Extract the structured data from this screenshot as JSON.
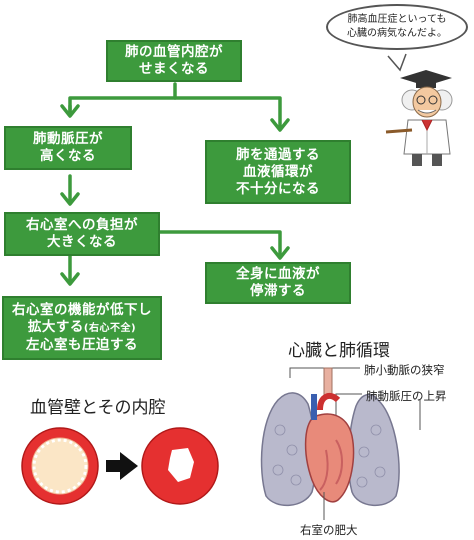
{
  "flow": {
    "top": {
      "lines": [
        "肺の血管内腔が",
        "せまくなる"
      ]
    },
    "left1": {
      "lines": [
        "肺動脈圧が",
        "高くなる"
      ]
    },
    "right1": {
      "lines": [
        "肺を通過する",
        "血液循環が",
        "不十分になる"
      ]
    },
    "left2": {
      "lines": [
        "右心室への負担が",
        "大きくなる"
      ]
    },
    "right2": {
      "lines": [
        "全身に血液が",
        "停滞する"
      ]
    },
    "left3": {
      "lines": [
        "右心室の機能が低下し",
        "拡大する",
        "(右心不全)",
        "左心室も圧迫する"
      ]
    }
  },
  "bubble": {
    "lines": [
      "肺高血圧症といっても",
      "心臓の病気なんだよ。"
    ]
  },
  "heart": {
    "title": "心臓と肺循環",
    "label1": "肺小動脈の狭窄",
    "label2": "肺動脈圧の上昇",
    "label3": "右室の肥大"
  },
  "vessel": {
    "title": "血管壁とその内腔"
  },
  "colors": {
    "box": "#3d9a3d",
    "arrow": "#3d9a3d",
    "vessel_wall": "#e53030",
    "lung": "#b8b8c8"
  },
  "icons": [
    "doctor-illustration",
    "heart-lung-illustration",
    "vessel-normal-icon",
    "vessel-narrowed-icon",
    "arrow-right-icon"
  ]
}
